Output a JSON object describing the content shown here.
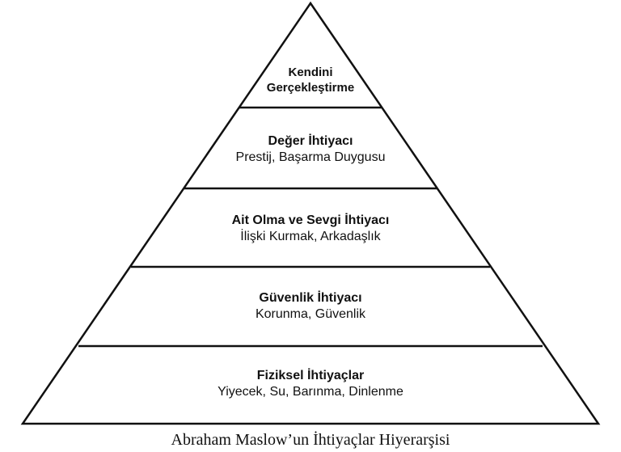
{
  "levels": [
    {
      "title_lines": [
        "Kendini",
        "Gerçekleştirme"
      ],
      "subtitle": ""
    },
    {
      "title": "Değer İhtiyacı",
      "subtitle": "Prestij, Başarma Duygusu"
    },
    {
      "title": "Ait Olma ve Sevgi İhtiyacı",
      "subtitle": "İlişki Kurmak, Arkadaşlık"
    },
    {
      "title": "Güvenlik İhtiyacı",
      "subtitle": "Korunma, Güvenlik"
    },
    {
      "title": "Fiziksel İhtiyaçlar",
      "subtitle": "Yiyecek, Su, Barınma, Dinlenme"
    }
  ],
  "caption": "Abraham Maslow’un İhtiyaçlar Hiyerarşisi",
  "colors": {
    "stroke": "#111111",
    "fill": "#ffffff"
  }
}
